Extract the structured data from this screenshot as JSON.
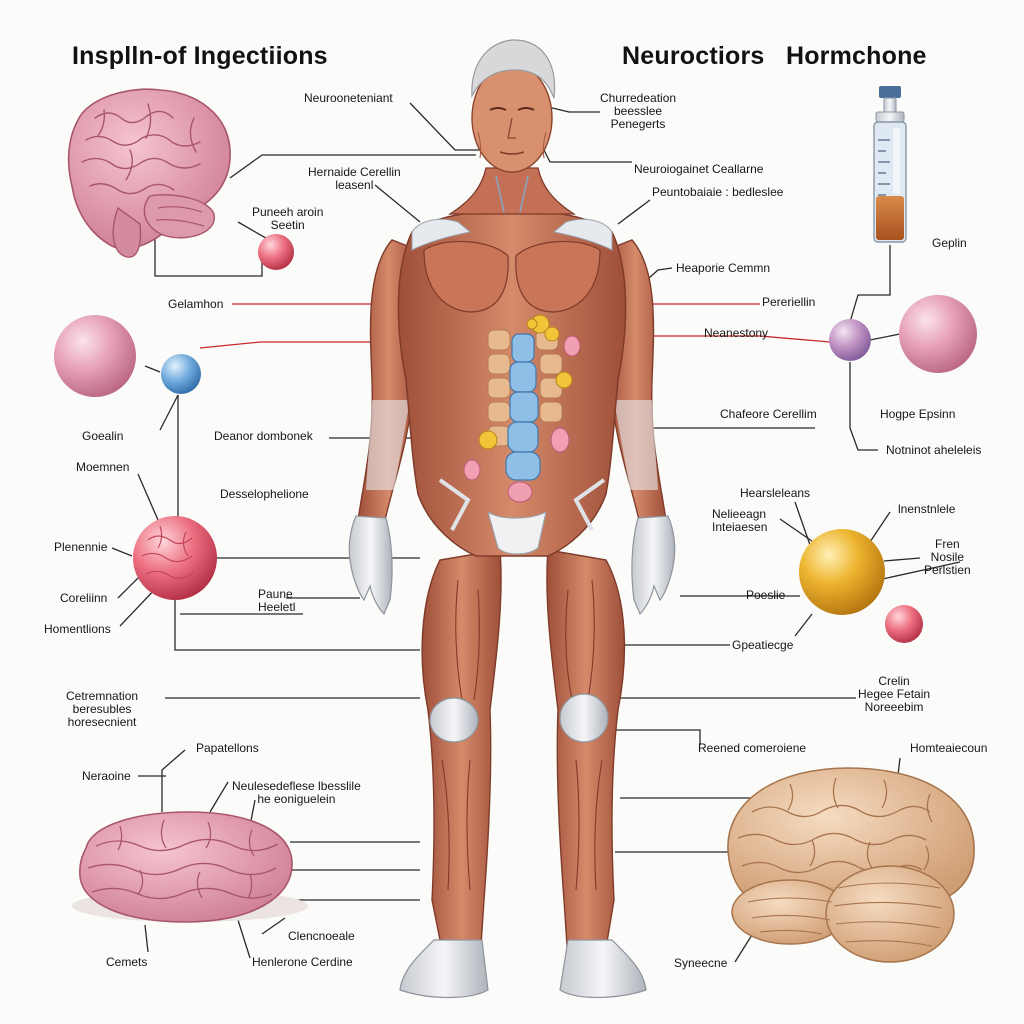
{
  "titles": {
    "left": "Insplln-of Ingectiions",
    "right": "Neuroctiors   Hormchone"
  },
  "labels": {
    "neuro_top": "Neurooneteniant",
    "hernaide": [
      "Hernaide Cerellin",
      "leasenl"
    ],
    "puneeh": [
      "Puneeh aroin",
      "Seetin"
    ],
    "gelamhon": "Gelamhon",
    "goealin": "Goealin",
    "deanor": "Deanor dombonek",
    "descelophe": "Desselophelione",
    "moemnen": "Moemnen",
    "plenennie": "Plenennie",
    "corelin_left": "Coreliinn",
    "homentlions": "Homentlions",
    "paune": [
      "Paune",
      "Heeletl"
    ],
    "cetremnation": [
      "Cetremnation",
      "beresubles",
      "horesecnient"
    ],
    "papatellons": "Papatellons",
    "neraoine": "Neraoine",
    "neulesede": [
      "Neulesedeflese lbesslile",
      "he eoniguelein"
    ],
    "cemets": "Cemets",
    "clenchoeale": "Clencnoeale",
    "henlerone": "Henlerone Cerdine",
    "churmederation": [
      "Churredeation",
      "beesslee",
      "Penegerts"
    ],
    "neuroiogainet": "Neuroiogainet Ceallarne",
    "peuntobaie": "Peuntobaiaie : bedleslee",
    "gepllin": "Geplin",
    "heaporie": "Heaporie Cemmn",
    "pereviellin": "Pereriellin",
    "neanestony": "Neanestony",
    "chaforre": "Chafeore Cerellim",
    "hegpe_epsinn": "Hogpe Epsinn",
    "notninot": "Notninot aheleleis",
    "hearsleleans": "Hearsleleans",
    "nelieeagn": [
      "Nelieeagn",
      "Inteiaesen"
    ],
    "lnenstnlele": "lnenstnlele",
    "fren_nosile": [
      "Fren",
      "Nosile",
      "Perlstien"
    ],
    "poeslie": "Poeslie",
    "gpeatlecge": "Gpeatiecge",
    "crelin_block": [
      "Crelin",
      "Hegee Fetain",
      "Noreeebim"
    ],
    "reened": "Reened comeroiene",
    "hornteaheoun": "Homteaiecoun",
    "synsecne": "Syneecne"
  },
  "vial_marks": [
    "",
    "",
    "",
    "",
    "",
    ""
  ],
  "colors": {
    "muscle": "#b8644a",
    "muscle_light": "#d7896a",
    "brain_pink": "#dc8fa4",
    "brain_tan": "#e0b48e",
    "sphere_pink": "#dd93ad",
    "sphere_blue": "#6aa5d8",
    "sphere_red": "#e45a6e",
    "sphere_gold": "#e2a523",
    "line_red": "#c82a2a",
    "line_dark": "#2a2a2a"
  }
}
